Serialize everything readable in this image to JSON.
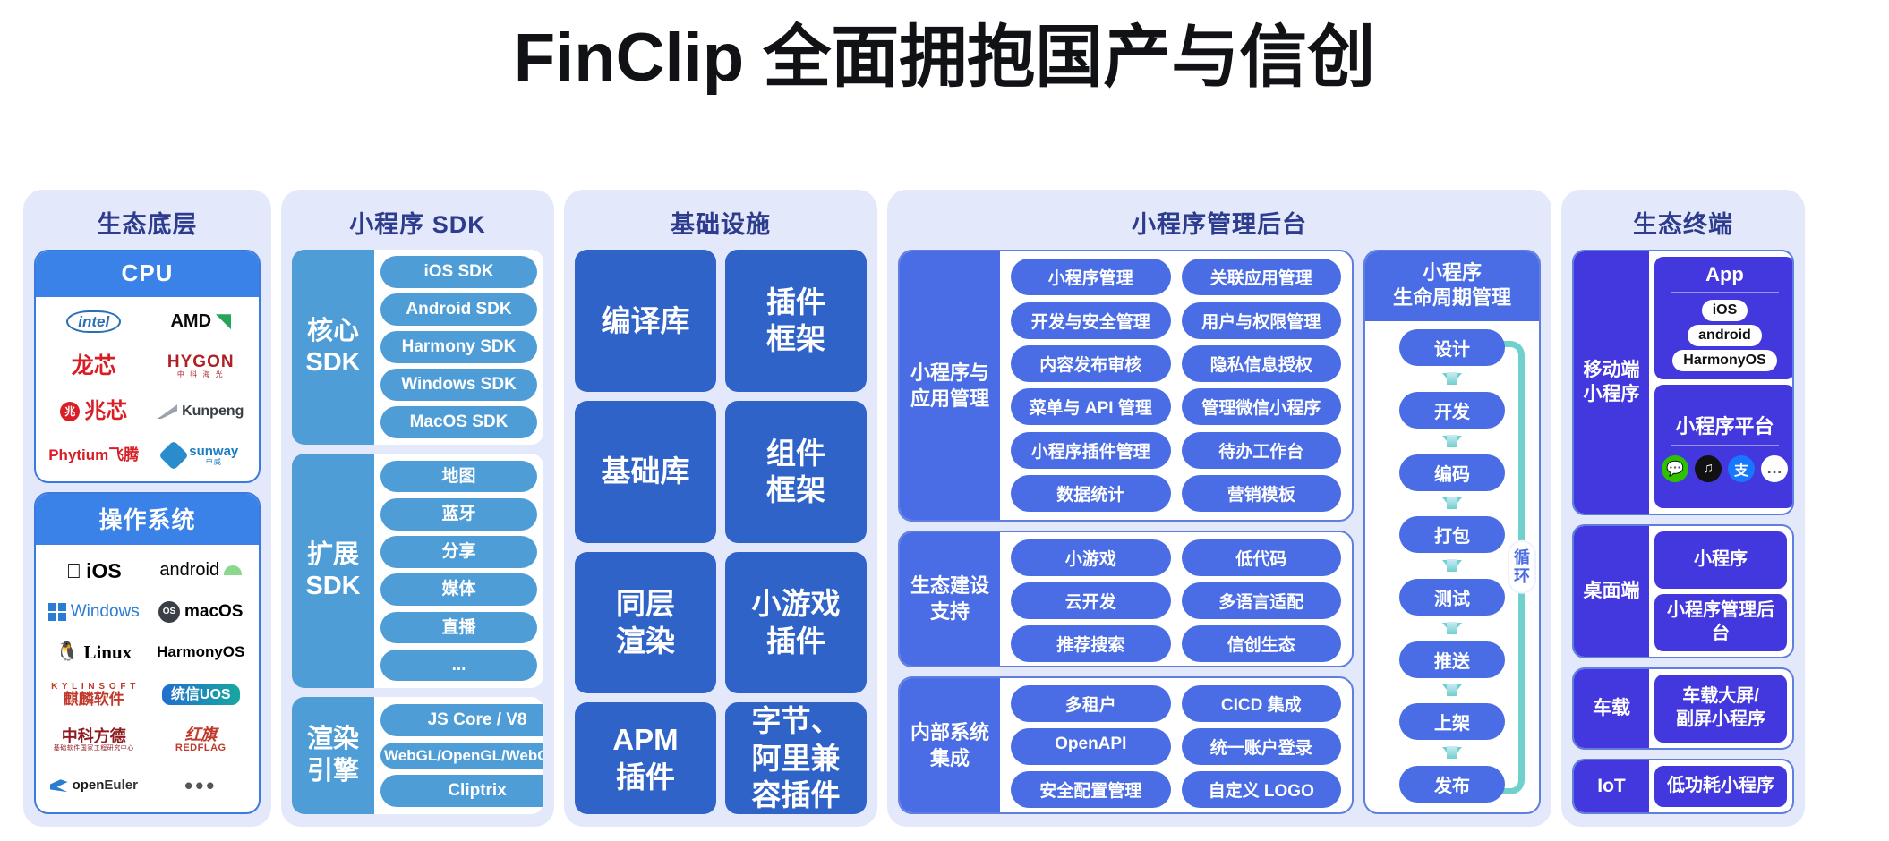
{
  "title": "FinClip 全面拥抱国产与信创",
  "columns": {
    "ecosystem": {
      "title": "生态底层",
      "cpu": {
        "header": "CPU",
        "logos": [
          "intel",
          "AMD",
          "龙芯",
          "HYGON 中科海光",
          "兆芯",
          "Kunpeng",
          "Phytium飞腾",
          "sunway 申威"
        ]
      },
      "os": {
        "header": "操作系统",
        "logos": [
          "iOS",
          "android",
          "Windows",
          "macOS",
          "Linux",
          "HarmonyOS",
          "KYLINSOFT 麒麟软件",
          "统信UOS",
          "中科方德",
          "红旗 REDFLAG",
          "openEuler",
          "..."
        ]
      }
    },
    "sdk": {
      "title": "小程序 SDK",
      "blocks": [
        {
          "label": "核心\nSDK",
          "items": [
            "iOS SDK",
            "Android SDK",
            "Harmony SDK",
            "Windows SDK",
            "MacOS SDK"
          ]
        },
        {
          "label": "扩展\nSDK",
          "items": [
            "地图",
            "蓝牙",
            "分享",
            "媒体",
            "直播",
            "..."
          ]
        },
        {
          "label": "渲染\n引擎",
          "items": [
            "JS Core / V8",
            "WebGL/OpenGL/WebGPU",
            "Cliptrix"
          ]
        }
      ]
    },
    "infra": {
      "title": "基础设施",
      "cells": [
        "编译库",
        "插件\n框架",
        "基础库",
        "组件\n框架",
        "同层\n渲染",
        "小游戏\n插件",
        "APM\n插件",
        "字节、\n阿里兼\n容插件"
      ]
    },
    "admin": {
      "title": "小程序管理后台",
      "blocks": [
        {
          "label": "小程序与\n应用管理",
          "items": [
            "小程序管理",
            "关联应用管理",
            "开发与安全管理",
            "用户与权限管理",
            "内容发布审核",
            "隐私信息授权",
            "菜单与 API 管理",
            "管理微信小程序",
            "小程序插件管理",
            "待办工作台",
            "数据统计",
            "营销模板"
          ]
        },
        {
          "label": "生态建设\n支持",
          "items": [
            "小游戏",
            "低代码",
            "云开发",
            "多语言适配",
            "推荐搜索",
            "信创生态"
          ]
        },
        {
          "label": "内部系统\n集成",
          "items": [
            "多租户",
            "CICD 集成",
            "OpenAPI",
            "统一账户登录",
            "安全配置管理",
            "自定义 LOGO"
          ]
        }
      ],
      "lifecycle": {
        "header": "小程序\n生命周期管理",
        "steps": [
          "设计",
          "开发",
          "编码",
          "打包",
          "测试",
          "推送",
          "上架",
          "发布"
        ],
        "loop_label": "循\n环"
      }
    },
    "terminals": {
      "title": "生态终端",
      "groups": [
        {
          "label": "移动端\n小程序",
          "cards": [
            {
              "title": "App",
              "chips": [
                "iOS",
                "android",
                "HarmonyOS"
              ]
            },
            {
              "title": "小程序平台",
              "icons": [
                "wechat-icon",
                "douyin-icon",
                "alipay-icon",
                "more-icon"
              ]
            }
          ]
        },
        {
          "label": "桌面端",
          "plain": [
            "小程序",
            "小程序管理后台"
          ]
        },
        {
          "label": "车载",
          "plain": [
            "车载大屏/\n副屏小程序"
          ]
        },
        {
          "label": "IoT",
          "plain": [
            "低功耗小程序"
          ]
        }
      ]
    }
  },
  "colors": {
    "panel_bg": "#e3e8fb",
    "panel_title": "#2d3c8c",
    "cpu_blue": "#3b82e8",
    "sdk_blue": "#4f9dd6",
    "infra_blue": "#2f63c8",
    "admin_blue": "#4a6de5",
    "terminal_blue": "#4338dd",
    "loop_teal": "#6fd0cc"
  }
}
